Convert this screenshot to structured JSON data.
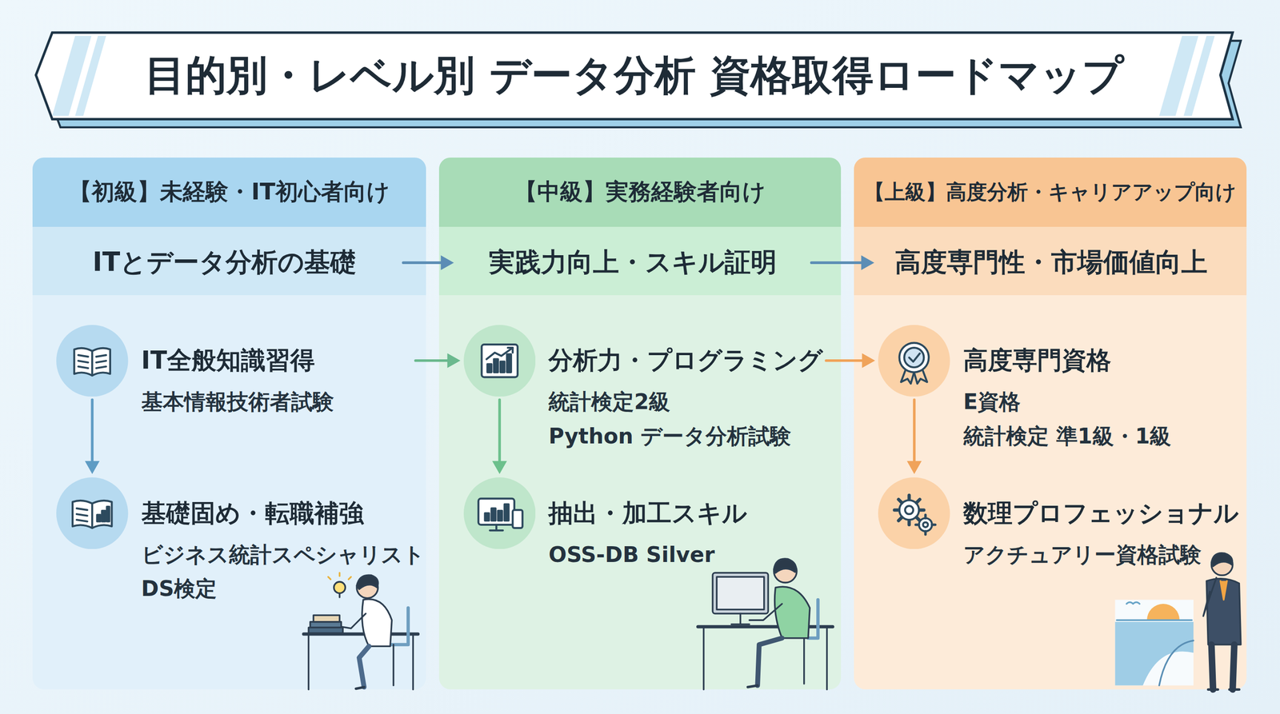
{
  "diagram": {
    "title": "目的別・レベル別 データ分析 資格取得ロードマップ",
    "nodes": [
      {
        "text": [
          "【初級】未経験・IT初心者向け"
        ]
      },
      {
        "text": [
          "ITとデータ分析の基礎"
        ],
        "in": 0
      },
      {
        "text": [
          "IT全般知識習得",
          "基本情報技術者試験"
        ],
        "in": 0
      },
      {
        "text": [
          "基礎固め・転職補強",
          "ビジネス統計スペシャリスト",
          "DS検定"
        ],
        "in": 0
      },
      {
        "text": [
          "【中級】実務経験者向け"
        ]
      },
      {
        "text": [
          "実践力向上・スキル証明"
        ],
        "in": 4
      },
      {
        "text": [
          "分析力・プログラミング",
          "統計検定2級",
          "Python データ分析試験"
        ],
        "in": 4
      },
      {
        "text": [
          "抽出・加工スキル",
          "OSS-DB Silver"
        ],
        "in": 4
      },
      {
        "text": [
          "【上級】高度分析・キャリアアップ向け"
        ]
      },
      {
        "text": [
          "高度専門性・市場価値向上"
        ],
        "in": 8
      },
      {
        "text": [
          "高度専門資格",
          "E資格",
          "統計検定 準1級・1級"
        ],
        "in": 8
      },
      {
        "text": [
          "数理プロフェッショナル",
          "アクチュアリー資格試験"
        ],
        "in": 8
      }
    ],
    "edges": [
      {
        "from": 1,
        "to": 5,
        "arrow": "to"
      },
      {
        "from": 5,
        "to": 9,
        "arrow": "to"
      },
      {
        "from": 2,
        "to": 3,
        "arrow": "to"
      },
      {
        "from": 2,
        "to": 6,
        "arrow": "to"
      },
      {
        "from": 6,
        "to": 7,
        "arrow": "to"
      },
      {
        "from": 6,
        "to": 10,
        "arrow": "to"
      },
      {
        "from": 10,
        "to": 11,
        "arrow": "to"
      }
    ]
  }
}
